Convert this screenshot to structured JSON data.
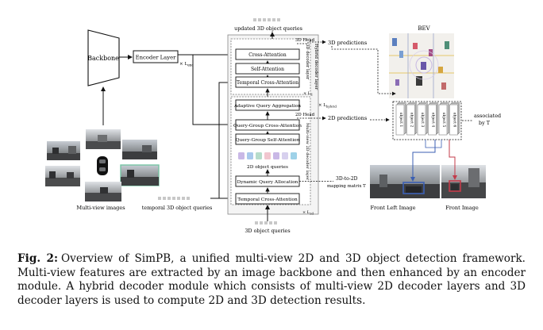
{
  "figure": {
    "backbone": "Backbone",
    "encoder_layer": "Encoder Layer",
    "encoder_repeat": "× L",
    "encoder_repeat_sub": "enc",
    "multi_view_label": "Multi-view images",
    "temporal_queries_label": "temporal 3D object queries",
    "updated_queries_label": "updated 3D object queries",
    "head_3d": "3D Head",
    "head_2d": "2D Head",
    "pred_3d": "3D predictions",
    "pred_2d": "2D predictions",
    "cross_attention": "Cross-Attention",
    "self_attention": "Self-Attention",
    "temporal_cross_attention_top": "Temporal Cross-Attention",
    "adaptive_query_aggregation": "Adaptive Query Aggregation",
    "query_group_cross_attention": "Query-Group Cross-Attention",
    "query_group_self_attention": "Query-Group Self-Attention",
    "queries_2d": "2D object queries",
    "dynamic_query_allocation": "Dynamic Query Allocation",
    "temporal_cross_attention_bottom": "Temporal Cross-Attention",
    "hybrid_decoder_layer": "Hybrid decoder layer",
    "decoder_3d_layer": "3D decoder layer",
    "decoder_2d_layer": "Multi-view 2D decoder layer",
    "rep_l_d": "× L",
    "rep_l_d_sub": "d",
    "rep_l_hybrid": "× L",
    "rep_l_hybrid_sub": "hybrid",
    "rep_l_2d": "× L",
    "rep_l_2d_sub": "2d",
    "mapping_title": "3D-to-2D",
    "mapping_sub": "mapping matrix T",
    "queries_3d_bottom": "3D object queries",
    "bev": "BEV",
    "associated_by": "associated",
    "associated_by_2": "by T",
    "object_labels": [
      "object 1",
      "object 2",
      "object 3",
      "object 4",
      "object 5",
      "object 6"
    ],
    "front_left_image": "Front Left Image",
    "front_image": "Front Image"
  },
  "caption": {
    "label": "Fig. 2:",
    "text": "Overview of SimPB, a unified multi-view 2D and 3D object detection framework. Multi-view features are extracted by an image backbone and then enhanced by an encoder module. A hybrid decoder module which consists of multi-view 2D decoder layers and 3D decoder layers is used to compute 2D and 3D detection results."
  },
  "colors": {
    "queries_2d": [
      "#c9b8e6",
      "#a9c9ec",
      "#b6dccb",
      "#f1c6cf",
      "#c9b8e6",
      "#d7d0ee",
      "#9fd2e8"
    ],
    "front_left_box": "#3b5fb3",
    "front_box": "#c33b4a"
  }
}
